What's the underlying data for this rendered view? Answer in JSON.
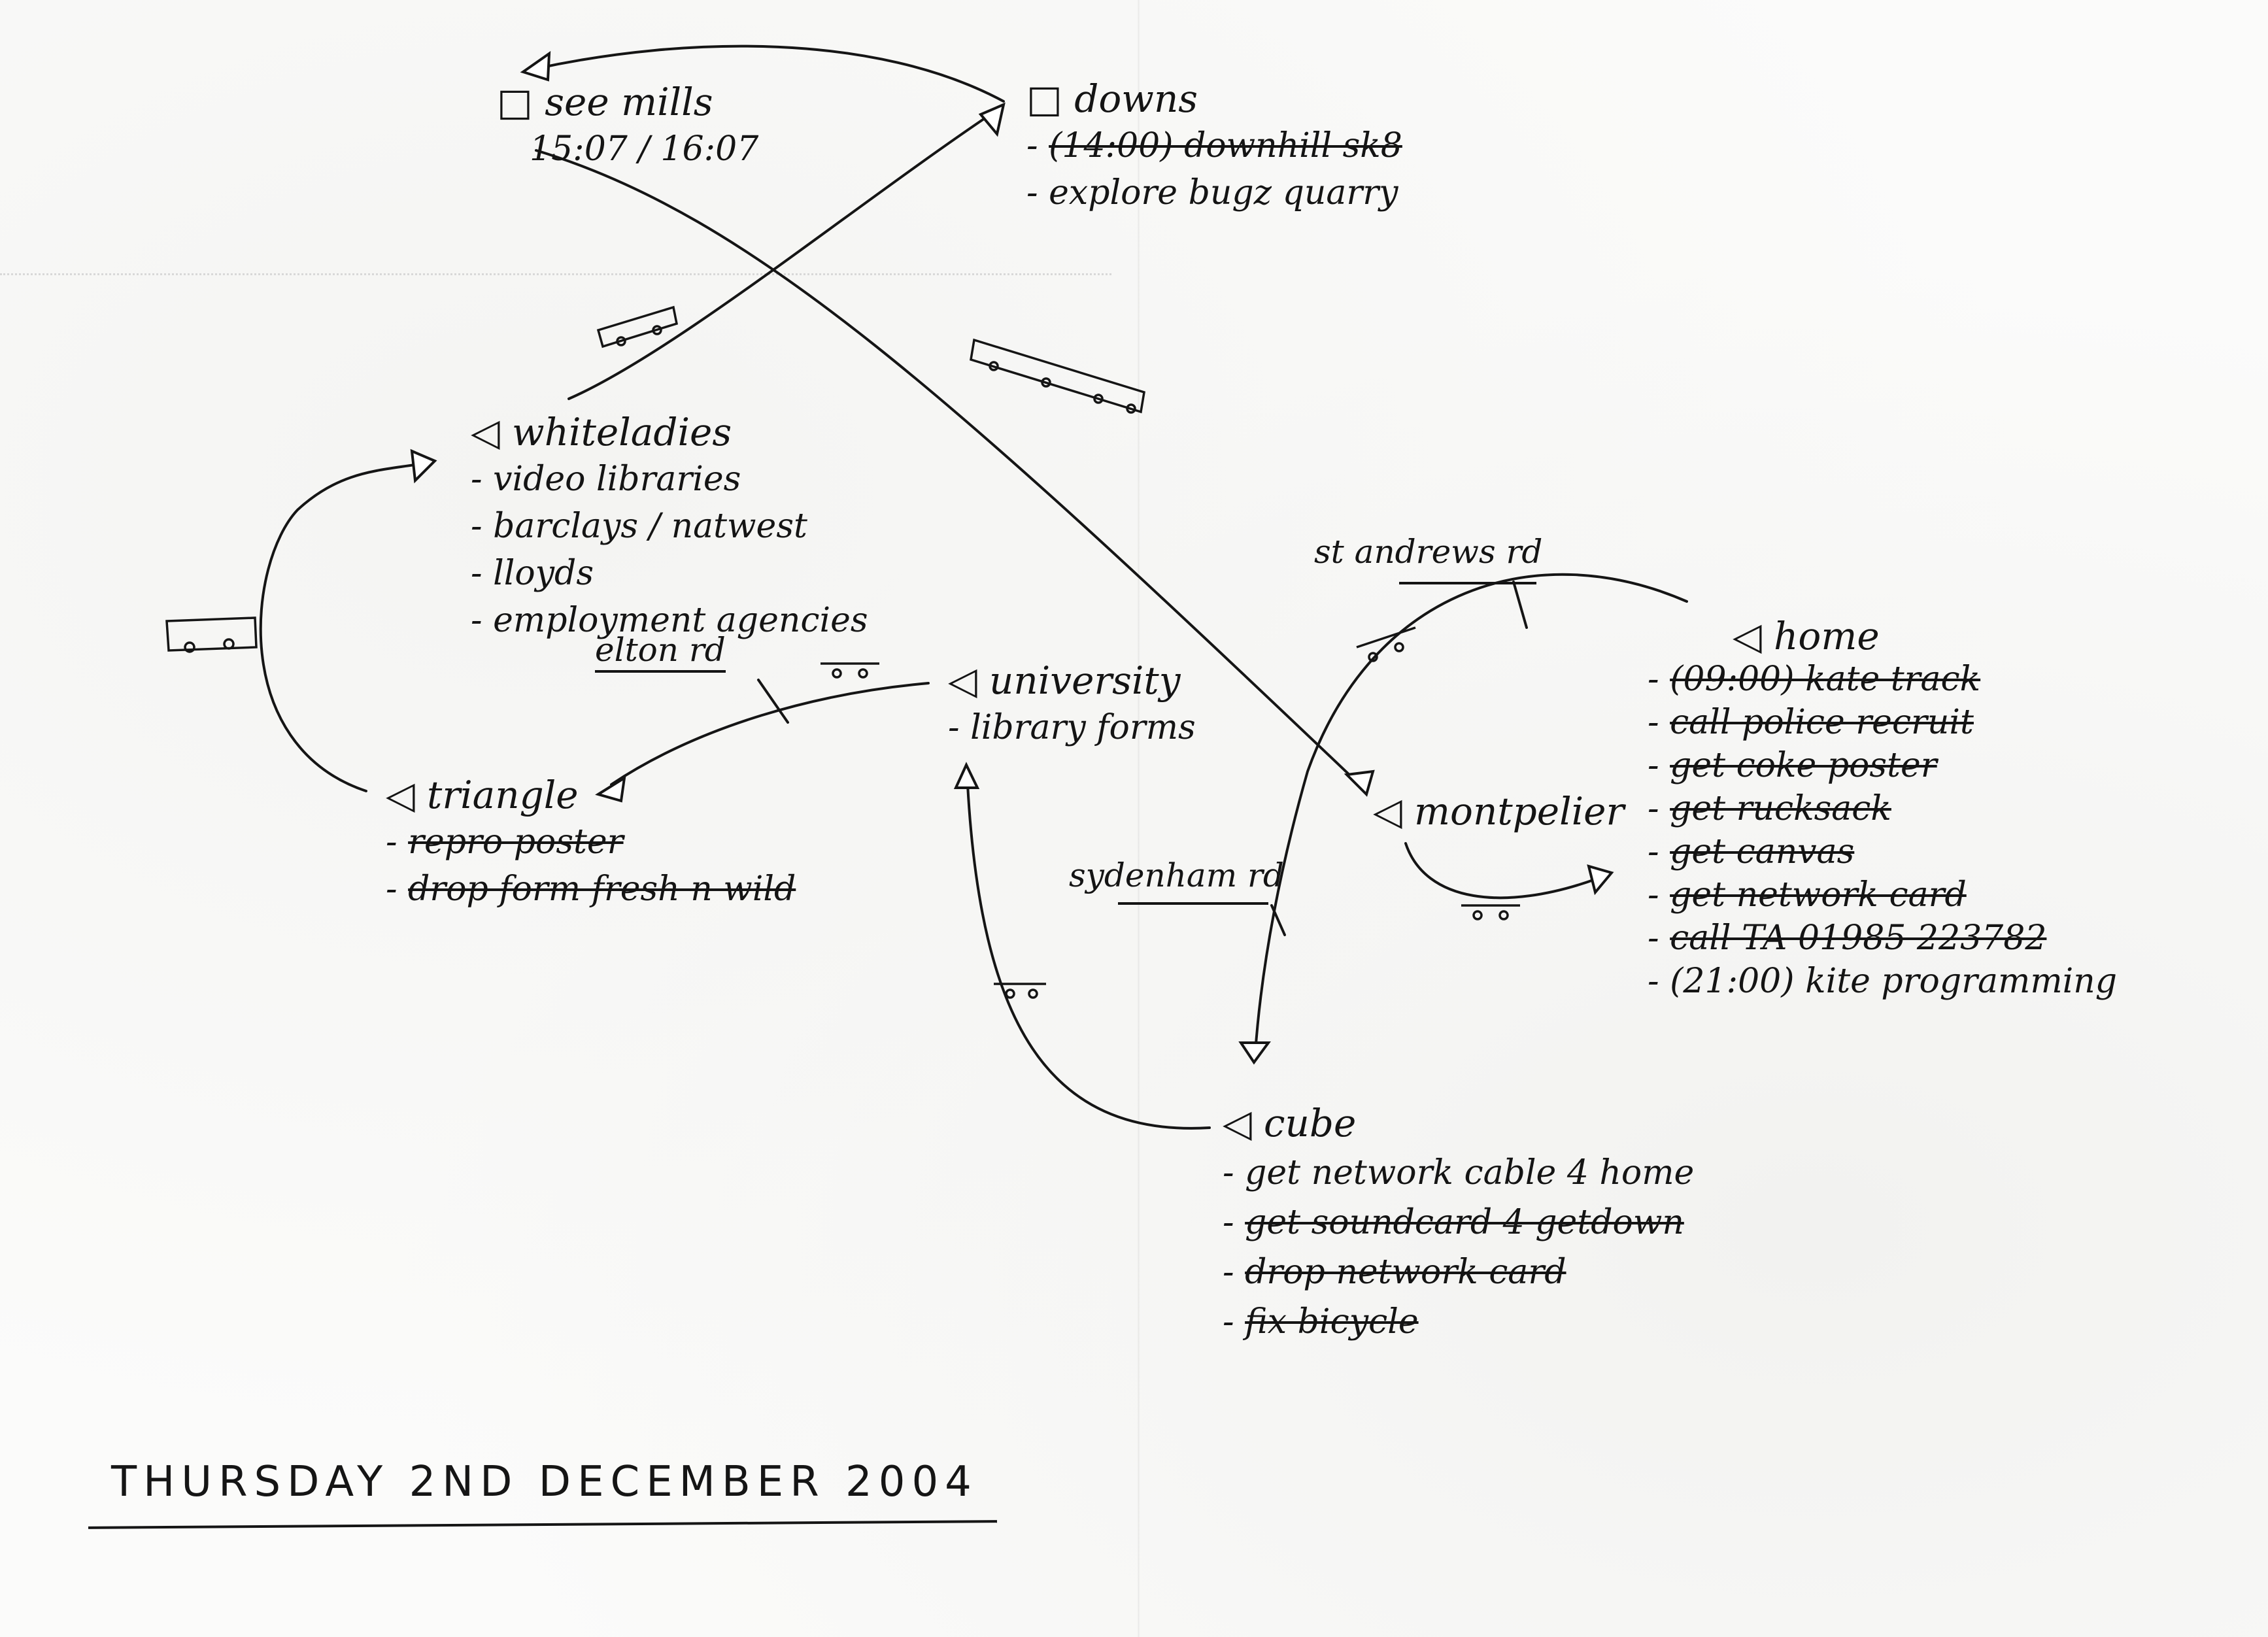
{
  "places": {
    "sea_mills": {
      "name": "see mills",
      "sub": "15:07 / 16:07"
    },
    "downs": {
      "name": "downs",
      "items": [
        {
          "text": "(14:00) downhill sk8",
          "done": true
        },
        {
          "text": "explore bugz quarry",
          "done": false
        }
      ]
    },
    "whiteladies": {
      "name": "whiteladies",
      "items": [
        {
          "text": "video libraries",
          "done": false
        },
        {
          "text": "barclays / natwest",
          "done": false
        },
        {
          "text": "lloyds",
          "done": false
        },
        {
          "text": "employment agencies",
          "done": false
        }
      ]
    },
    "university": {
      "name": "university",
      "items": [
        {
          "text": "library forms",
          "done": false
        }
      ]
    },
    "triangle": {
      "name": "triangle",
      "items": [
        {
          "text": "repro poster",
          "done": true
        },
        {
          "text": "drop form fresh n wild",
          "done": true
        }
      ]
    },
    "montpelier": {
      "name": "montpelier"
    },
    "home": {
      "name": "home",
      "items": [
        {
          "text": "(09:00) kate track",
          "done": true
        },
        {
          "text": "call police recruit",
          "done": true
        },
        {
          "text": "get coke poster",
          "done": true
        },
        {
          "text": "get rucksack",
          "done": true
        },
        {
          "text": "get canvas",
          "done": true
        },
        {
          "text": "get network card",
          "done": true
        },
        {
          "text": "call TA 01985 223782",
          "done": true
        },
        {
          "text": "(21:00) kite programming",
          "done": false
        }
      ]
    },
    "cube": {
      "name": "cube",
      "items": [
        {
          "text": "get network cable 4 home",
          "done": false
        },
        {
          "text": "get soundcard 4 getdown",
          "done": true
        },
        {
          "text": "drop network card",
          "done": true
        },
        {
          "text": "fix bicycle",
          "done": true
        }
      ]
    }
  },
  "streets": {
    "elton": "elton rd",
    "st_andrews": "st andrews rd",
    "sydenham": "sydenham rd"
  },
  "date": "THURSDAY 2ND DECEMBER 2004",
  "colors": {
    "ink": "#151515",
    "paper": "#fbfbfa"
  }
}
